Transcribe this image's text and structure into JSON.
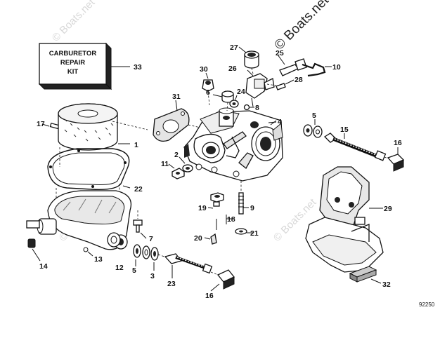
{
  "watermark": {
    "main": "© Boats.net",
    "faint": "© Boats.net"
  },
  "repair_kit": {
    "lines": [
      "CARBURETOR",
      "REPAIR",
      "KIT"
    ]
  },
  "reference_number": "92250",
  "callouts": {
    "c1": "1",
    "c2": "2",
    "c3": "3",
    "c4": "4",
    "c5a": "5",
    "c5b": "5",
    "c6": "6",
    "c7": "7",
    "c8": "8",
    "c9": "9",
    "c10": "10",
    "c11": "11",
    "c12": "12",
    "c13": "13",
    "c14": "14",
    "c15": "15",
    "c16a": "16",
    "c16b": "16",
    "c17": "17",
    "c18": "18",
    "c19": "19",
    "c20": "20",
    "c21": "21",
    "c22": "22",
    "c23": "23",
    "c24": "24",
    "c25": "25",
    "c26": "26",
    "c27": "27",
    "c28": "28",
    "c29": "29",
    "c30": "30",
    "c31": "31",
    "c32": "32",
    "c33": "33"
  }
}
